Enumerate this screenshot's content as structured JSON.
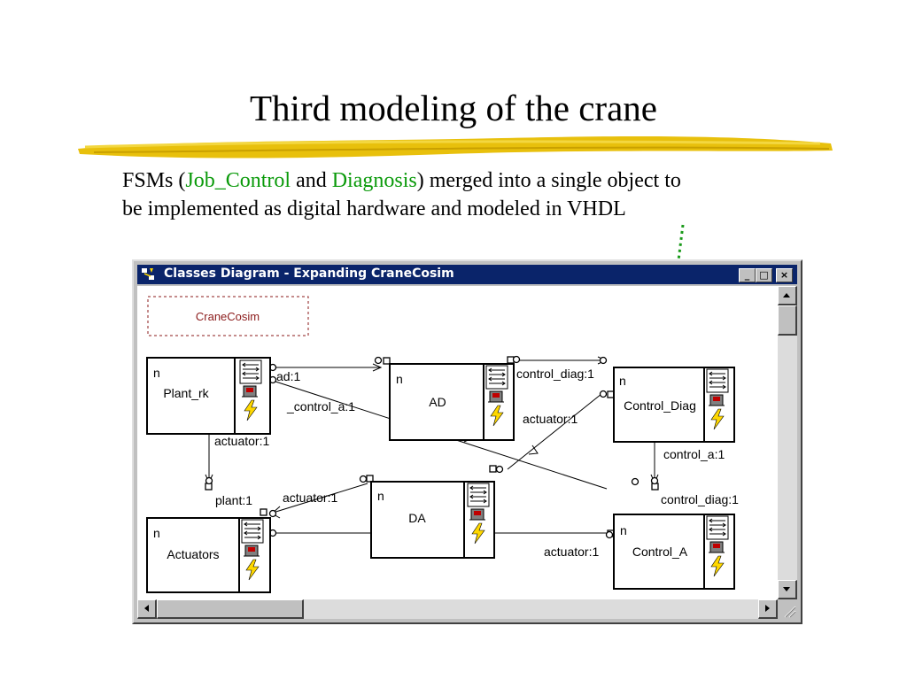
{
  "slide": {
    "title": "Third modeling of the crane",
    "desc_line1_a": "FSMs (",
    "desc_job_control": "Job_Control",
    "desc_and": " and ",
    "desc_diagnosis": "Diagnosis",
    "desc_line1_b": ") merged into a single object to",
    "desc_line2": "be implemented as digital hardware and modeled in VHDL"
  },
  "window": {
    "title": "Classes Diagram - Expanding CraneCosim",
    "minimize": "_",
    "maximize": "□",
    "close": "×"
  },
  "diagram": {
    "package": "CraneCosim",
    "multiplicity": "n",
    "classes": {
      "plant": "Plant_rk",
      "ad": "AD",
      "diag": "Control_Diag",
      "da": "DA",
      "actuators": "Actuators",
      "controla": "Control_A"
    },
    "labels": {
      "ad1": "ad:1",
      "control_a1_plant": "_control_a:1",
      "actuator1_plant": "actuator:1",
      "plant1": "plant:1",
      "control_diag1_ad": "control_diag:1",
      "actuator1_diag": "actuator:1",
      "control_a1_diag": "control_a:1",
      "actuator1_da": "actuator:1",
      "control_diag1_ca": "control_diag:1",
      "actuator1_ca": "actuator:1"
    }
  },
  "colors": {
    "titlebar": "#0a246a",
    "highlighter": "#e8c00c",
    "green_text": "#0a9a0a",
    "arrow_green": "#1a9a1a",
    "package_border": "#8b1a1a"
  }
}
